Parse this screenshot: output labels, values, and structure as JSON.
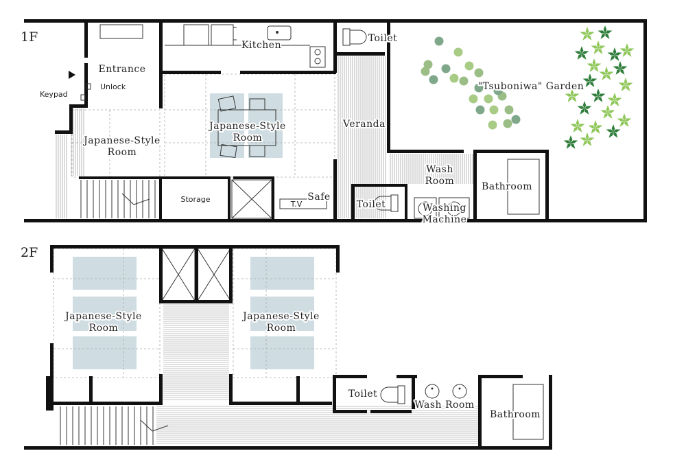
{
  "floors": {
    "first": {
      "label": "1F",
      "rooms": {
        "kitchen": "Kitchen",
        "toilet_top": "Toilet",
        "garden": "\"Tsuboniwa\" Garden",
        "entrance": "Entrance",
        "unlock": "Unlock",
        "keypad": "Keypad",
        "jp_room_left": [
          "Japanese-Style",
          "Room"
        ],
        "jp_room_center": [
          "Japanese-Style",
          "Room"
        ],
        "veranda": "Veranda",
        "wash_room": [
          "Wash",
          "Room"
        ],
        "bathroom": "Bathroom",
        "storage": "Storage",
        "safe": "Safe",
        "tv": "T.V",
        "toilet_bottom": "Toilet",
        "washing_machine": [
          "Washing",
          "Machine"
        ]
      }
    },
    "second": {
      "label": "2F",
      "rooms": {
        "jp_room_left": [
          "Japanese-Style",
          "Room"
        ],
        "jp_room_right": [
          "Japanese-Style",
          "Room"
        ],
        "toilet": "Toilet",
        "wash_room": "Wash Room",
        "bathroom": "Bathroom"
      }
    }
  },
  "colors": {
    "wall": "#111111",
    "tatami": "#cfdde2",
    "leaf_light": "#8fc75a",
    "leaf_dark": "#2f7d3a",
    "moss_stone": "#9bbd86"
  }
}
